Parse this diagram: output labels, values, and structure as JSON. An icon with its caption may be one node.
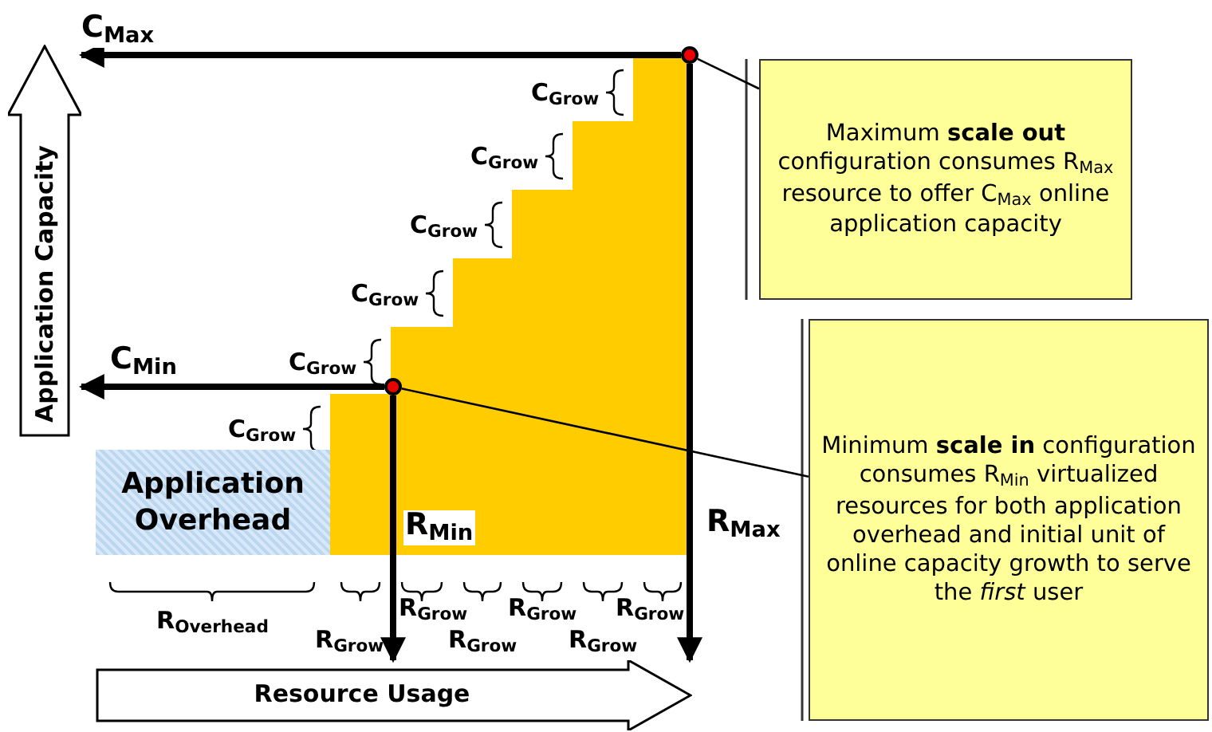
{
  "diagram": {
    "nodes": [
      {
        "text": [
          "Maximum **scale out** configuration consumes R$_{Max}$ resource to offer C$_{Max}$ online application capacity"
        ]
      },
      {
        "text": [
          "Minimum **scale in** configuration consumes R$_{Min}$ virtualized resources for both application overhead and initial unit of online capacity growth to serve the *first* user"
        ]
      },
      {
        "text": [],
        "shape": "circle"
      },
      {
        "text": [],
        "shape": "circle"
      },
      {
        "text": [
          "Application Overhead"
        ]
      },
      {
        "text": [
          "Application Capacity"
        ]
      },
      {
        "text": [
          "Resource Usage"
        ]
      }
    ],
    "edges": [
      {
        "from": 0,
        "to": 2,
        "arrow": "none"
      },
      {
        "from": 1,
        "to": 3,
        "arrow": "none"
      },
      {
        "from": 2,
        "to": 5,
        "arrow": "to",
        "label": "C$_{Max}$"
      },
      {
        "from": 2,
        "to": 6,
        "arrow": "to",
        "label": "R$_{Max}$"
      },
      {
        "from": 3,
        "to": 5,
        "arrow": "to",
        "label": "C$_{Min}$"
      },
      {
        "from": 3,
        "to": 6,
        "arrow": "to",
        "label": "R$_{Min}$"
      }
    ],
    "labels": [
      "C$_{Grow}$",
      "C$_{Grow}$",
      "C$_{Grow}$",
      "C$_{Grow}$",
      "C$_{Grow}$",
      "C$_{Grow}$",
      "R$_{Overhead}$",
      "R$_{Grow}$",
      "R$_{Grow}$",
      "R$_{Grow}$",
      "R$_{Grow}$",
      "R$_{Grow}$",
      "R$_{Grow}$"
    ]
  }
}
